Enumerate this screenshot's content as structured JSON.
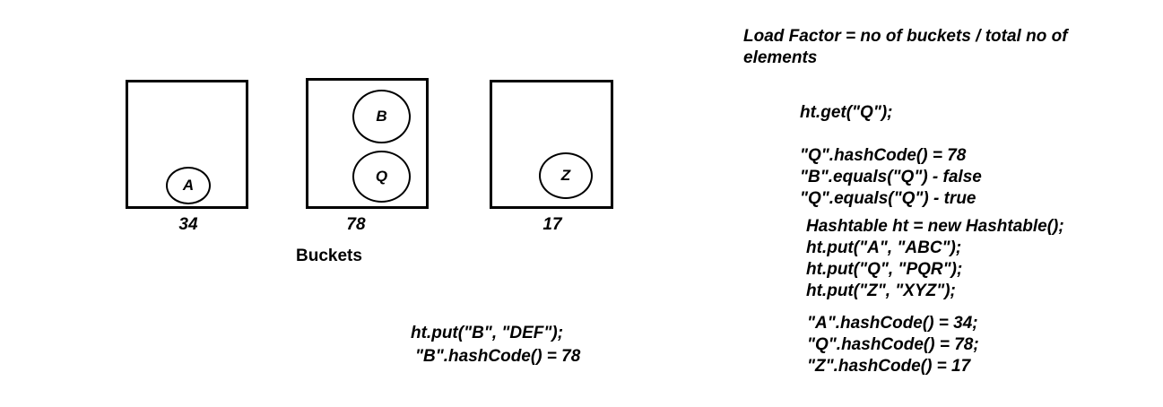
{
  "buckets": [
    {
      "label": "34",
      "nodes": [
        "A"
      ]
    },
    {
      "label": "78",
      "nodes": [
        "B",
        "Q"
      ]
    },
    {
      "label": "17",
      "nodes": [
        "Z"
      ]
    }
  ],
  "buckets_caption": "Buckets",
  "load_factor": {
    "line1": "Load Factor = no of buckets / total no of",
    "line2": "elements"
  },
  "get_block": {
    "call": "ht.get(\"Q\");",
    "hash": "\"Q\".hashCode() = 78",
    "eq1": "\"B\".equals(\"Q\") - false",
    "eq2": "\"Q\".equals(\"Q\") - true"
  },
  "code_block": {
    "decl": "Hashtable ht = new Hashtable();",
    "put1": "ht.put(\"A\", \"ABC\");",
    "put2": "ht.put(\"Q\", \"PQR\");",
    "put3": "ht.put(\"Z\", \"XYZ\");"
  },
  "hash_block": {
    "h1": "\"A\".hashCode() = 34;",
    "h2": "\"Q\".hashCode() = 78;",
    "h3": "\"Z\".hashCode() = 17"
  },
  "put_b_block": {
    "call": "ht.put(\"B\", \"DEF\");",
    "hash": "\"B\".hashCode() = 78"
  }
}
